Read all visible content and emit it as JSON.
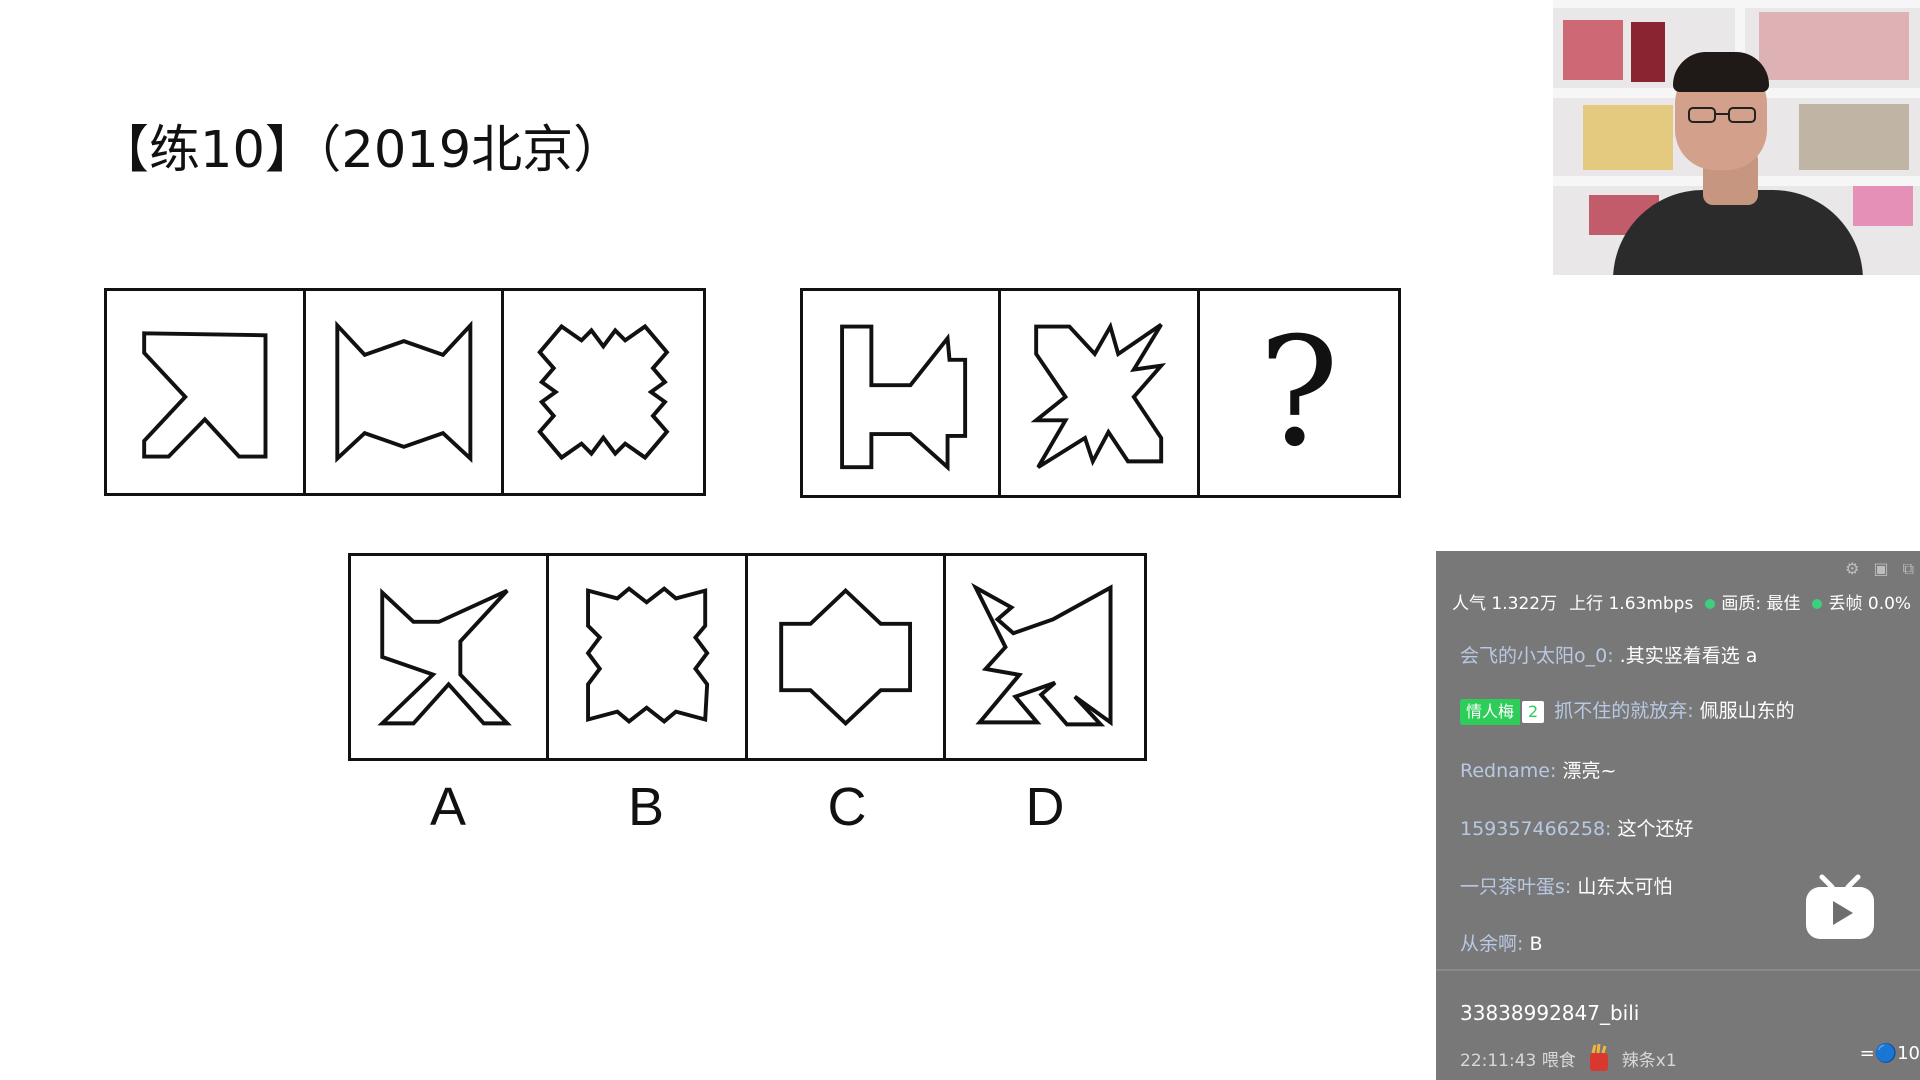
{
  "title": "【练10】（2019北京）",
  "question_mark": "?",
  "options": {
    "a": "A",
    "b": "B",
    "c": "C",
    "d": "D"
  },
  "icons": {
    "play": "bilibili-play-icon",
    "settings": "gear-icon",
    "popout": "popout-icon"
  },
  "chat": {
    "stats": {
      "popularity": "人气 1.322万",
      "upload": "上行 1.63mbps",
      "quality": "画质: 最佳",
      "drop": "丢帧 0.0%"
    },
    "messages": [
      {
        "user": "会飞的小太阳o_0:",
        "text": ".其实竖着看选  a"
      },
      {
        "badge": "情人梅",
        "level": "2",
        "user": "抓不住的就放弃:",
        "text": "佩服山东的"
      },
      {
        "user": "Redname:",
        "text": "漂亮~"
      },
      {
        "user": "159357466258:",
        "text": "这个还好"
      },
      {
        "user": "一只茶叶蛋s:",
        "text": "山东太可怕"
      },
      {
        "user": "从余啊:",
        "text": "B"
      }
    ],
    "gift": {
      "user": "33838992847_bili",
      "time_action": "22:11:43 喂食",
      "item": "辣条x1",
      "right": "=🔵10"
    }
  },
  "colors": {
    "chat_bg": "#6e6e6e",
    "badge": "#2ecc58",
    "status_dot": "#3ccf7d",
    "username": "#b9c9e3"
  }
}
